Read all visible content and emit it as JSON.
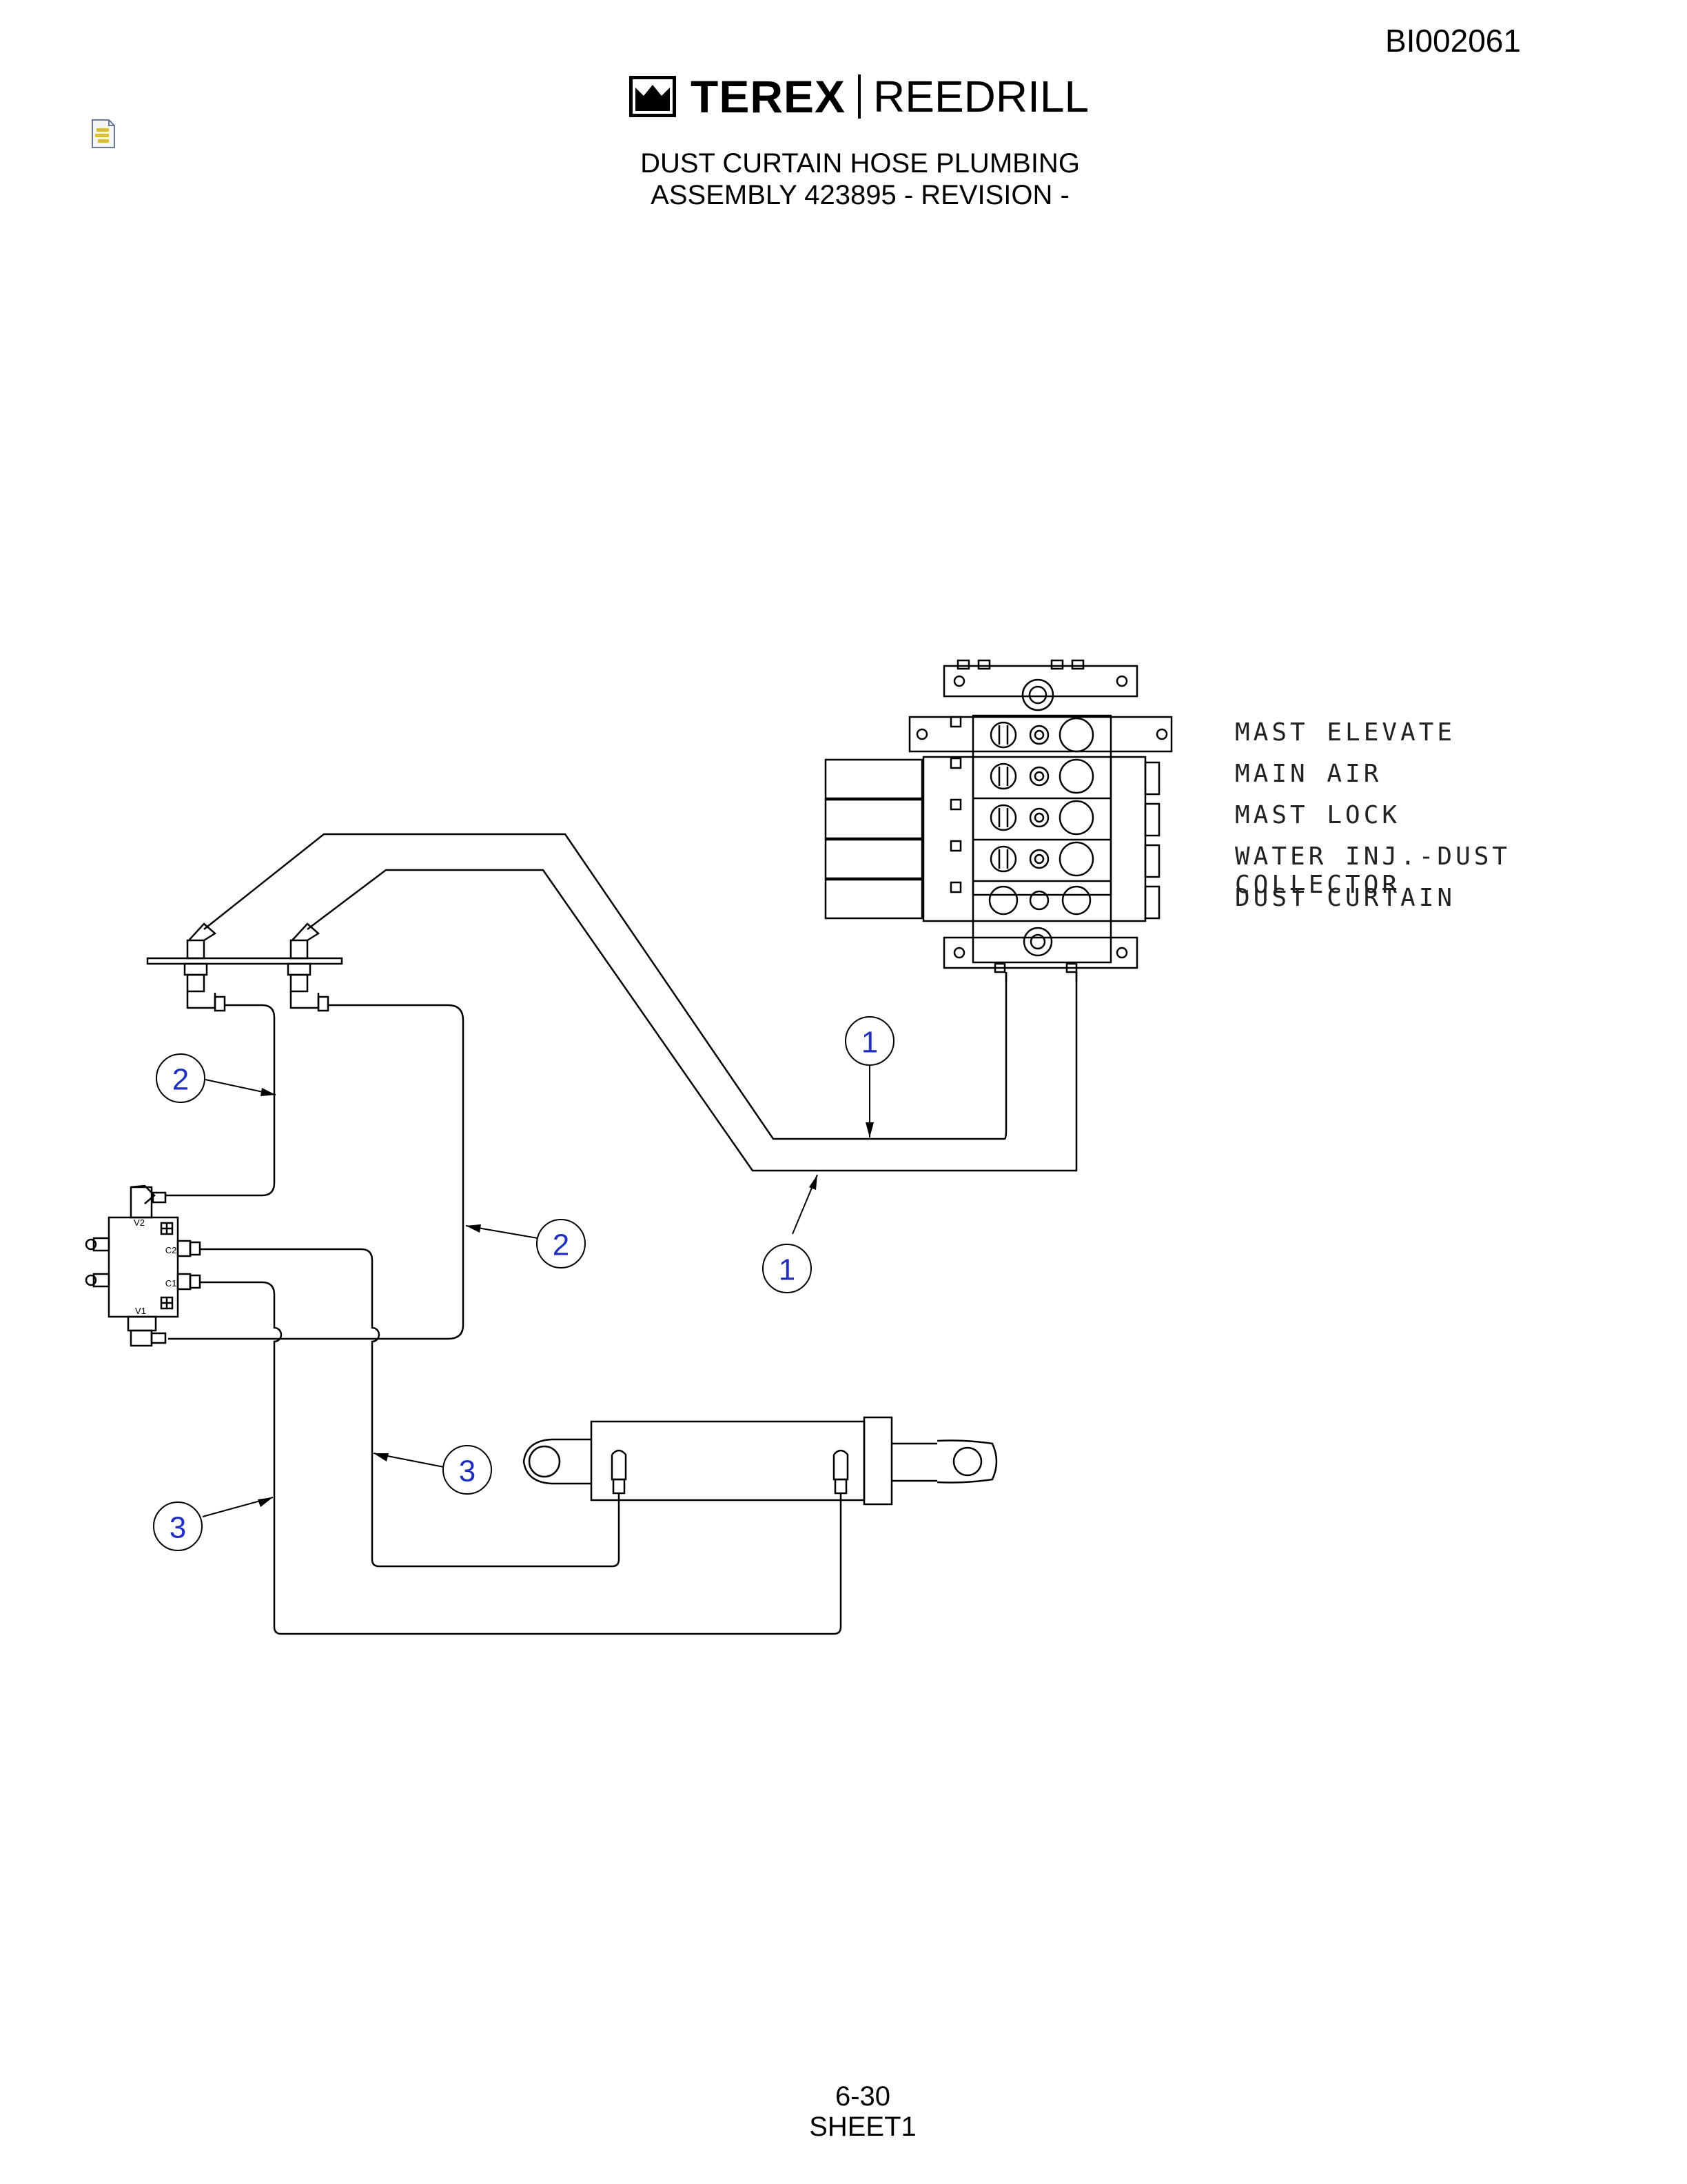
{
  "header": {
    "doc_id": "BI002061",
    "brand_primary": "TEREX",
    "brand_secondary": "REEDRILL",
    "title_line1": "DUST CURTAIN HOSE PLUMBING",
    "title_line2": "ASSEMBLY 423895 - REVISION -"
  },
  "valve_labels": [
    "MAST ELEVATE",
    "MAIN AIR",
    "MAST LOCK",
    "WATER INJ.-DUST COLLECTOR",
    "DUST CURTAIN"
  ],
  "callouts": [
    "1",
    "1",
    "2",
    "2",
    "3",
    "3"
  ],
  "port_labels": {
    "v2": "V2",
    "c2": "C2",
    "c1": "C1",
    "v1": "V1"
  },
  "footer": {
    "page_number": "6-30",
    "sheet": "SHEET1"
  },
  "colors": {
    "line": "#000000",
    "balloon_text": "#1f2fbf"
  }
}
